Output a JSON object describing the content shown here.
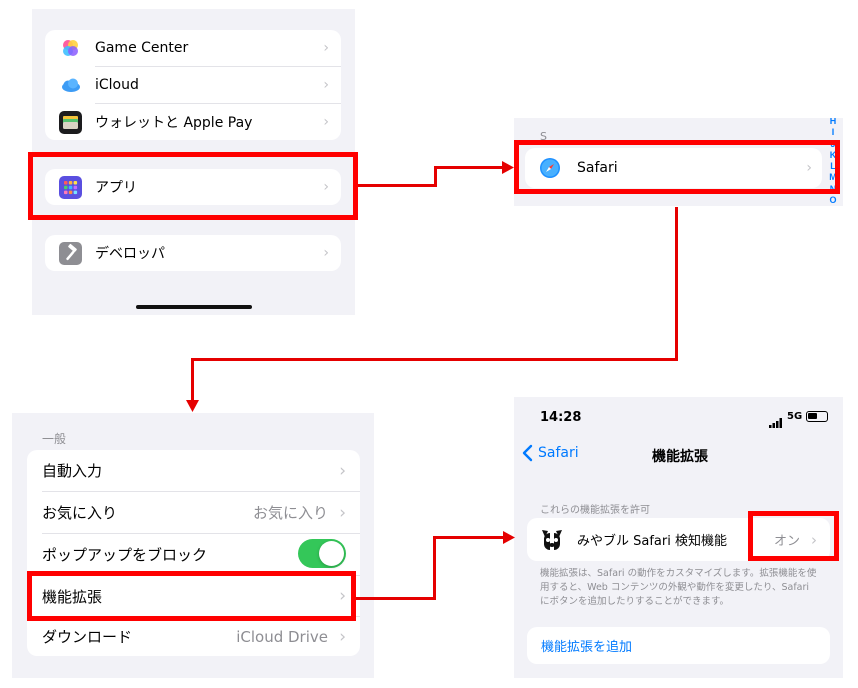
{
  "panel1": {
    "items_top": [
      {
        "label": "Game Center",
        "icon": "game-center-icon"
      },
      {
        "label": "iCloud",
        "icon": "icloud-icon"
      },
      {
        "label": "ウォレットと Apple Pay",
        "icon": "wallet-icon"
      }
    ],
    "apps_label": "アプリ",
    "developer_label": "デベロッパ"
  },
  "panel2": {
    "section_letter": "S",
    "safari_label": "Safari",
    "index_letters": [
      "H",
      "I",
      "J",
      "K",
      "L",
      "M",
      "N",
      "O"
    ]
  },
  "panel3": {
    "section_header": "一般",
    "rows": [
      {
        "label": "自動入力",
        "value": ""
      },
      {
        "label": "お気に入り",
        "value": "お気に入り"
      },
      {
        "label": "ポップアップをブロック",
        "value": ""
      },
      {
        "label": "機能拡張",
        "value": ""
      },
      {
        "label": "ダウンロード",
        "value": "iCloud Drive"
      }
    ],
    "popup_toggle_on": true
  },
  "panel4": {
    "status_time": "14:28",
    "status_network": "5G",
    "back_label": "Safari",
    "nav_title": "機能拡張",
    "allow_header": "これらの機能拡張を許可",
    "extension_name": "みやブル Safari 検知機能",
    "extension_state": "オン",
    "footer_text": "機能拡張は、Safari の動作をカスタマイズします。拡張機能を使用すると、Web コンテンツの外観や動作を変更したり、Safari にボタンを追加したりすることができます。",
    "add_label": "機能拡張を追加"
  },
  "colors": {
    "highlight_red": "#ff0000",
    "ios_blue": "#007aff",
    "toggle_green": "#34c759",
    "grouped_bg": "#f2f2f7"
  }
}
